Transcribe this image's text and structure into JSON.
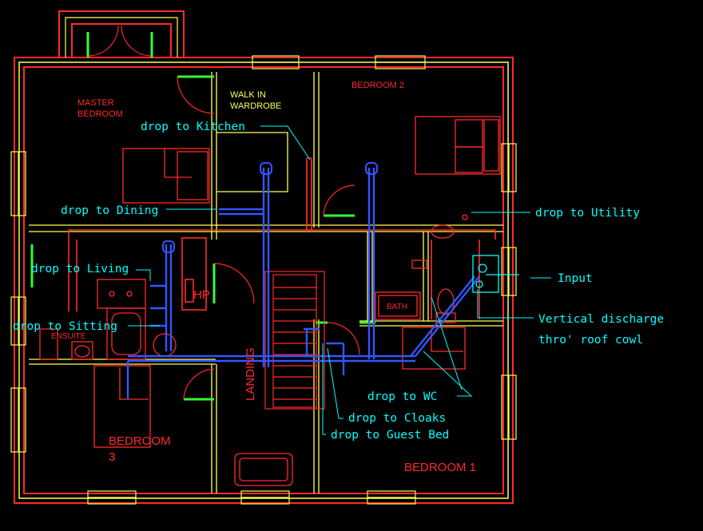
{
  "colors": {
    "background": "#000000",
    "walls": "#ff2a2a",
    "walls_outer": "#ffff55",
    "doors": "#33ff33",
    "pipes": "#3355ff",
    "annotation": "#00ffff",
    "room_labels": "#ff2a2a"
  },
  "rooms": {
    "master_bedroom": [
      "MASTER",
      "BEDROOM"
    ],
    "walk_in_wardrobe": [
      "WALK IN",
      "WARDROBE"
    ],
    "bedroom_2": "BEDROOM 2",
    "hp": "HP",
    "ensuite": "ENSUITE",
    "bath": "BATH",
    "landing": "LANDING",
    "bedroom_3": [
      "BEDROOM",
      "3"
    ],
    "bedroom_1": "BEDROOM 1"
  },
  "annotations": {
    "drop_kitchen": "drop to Kitchen",
    "drop_dining": "drop to Dining",
    "drop_utility": "drop to Utility",
    "drop_living": "drop to Living",
    "input": "Input",
    "drop_sitting": "drop to Sitting",
    "vertical_discharge": [
      "Vertical discharge",
      "thro' roof cowl"
    ],
    "drop_wc": "drop to WC",
    "drop_cloaks": "drop to Cloaks",
    "drop_guest_bed": "drop to Guest Bed"
  }
}
